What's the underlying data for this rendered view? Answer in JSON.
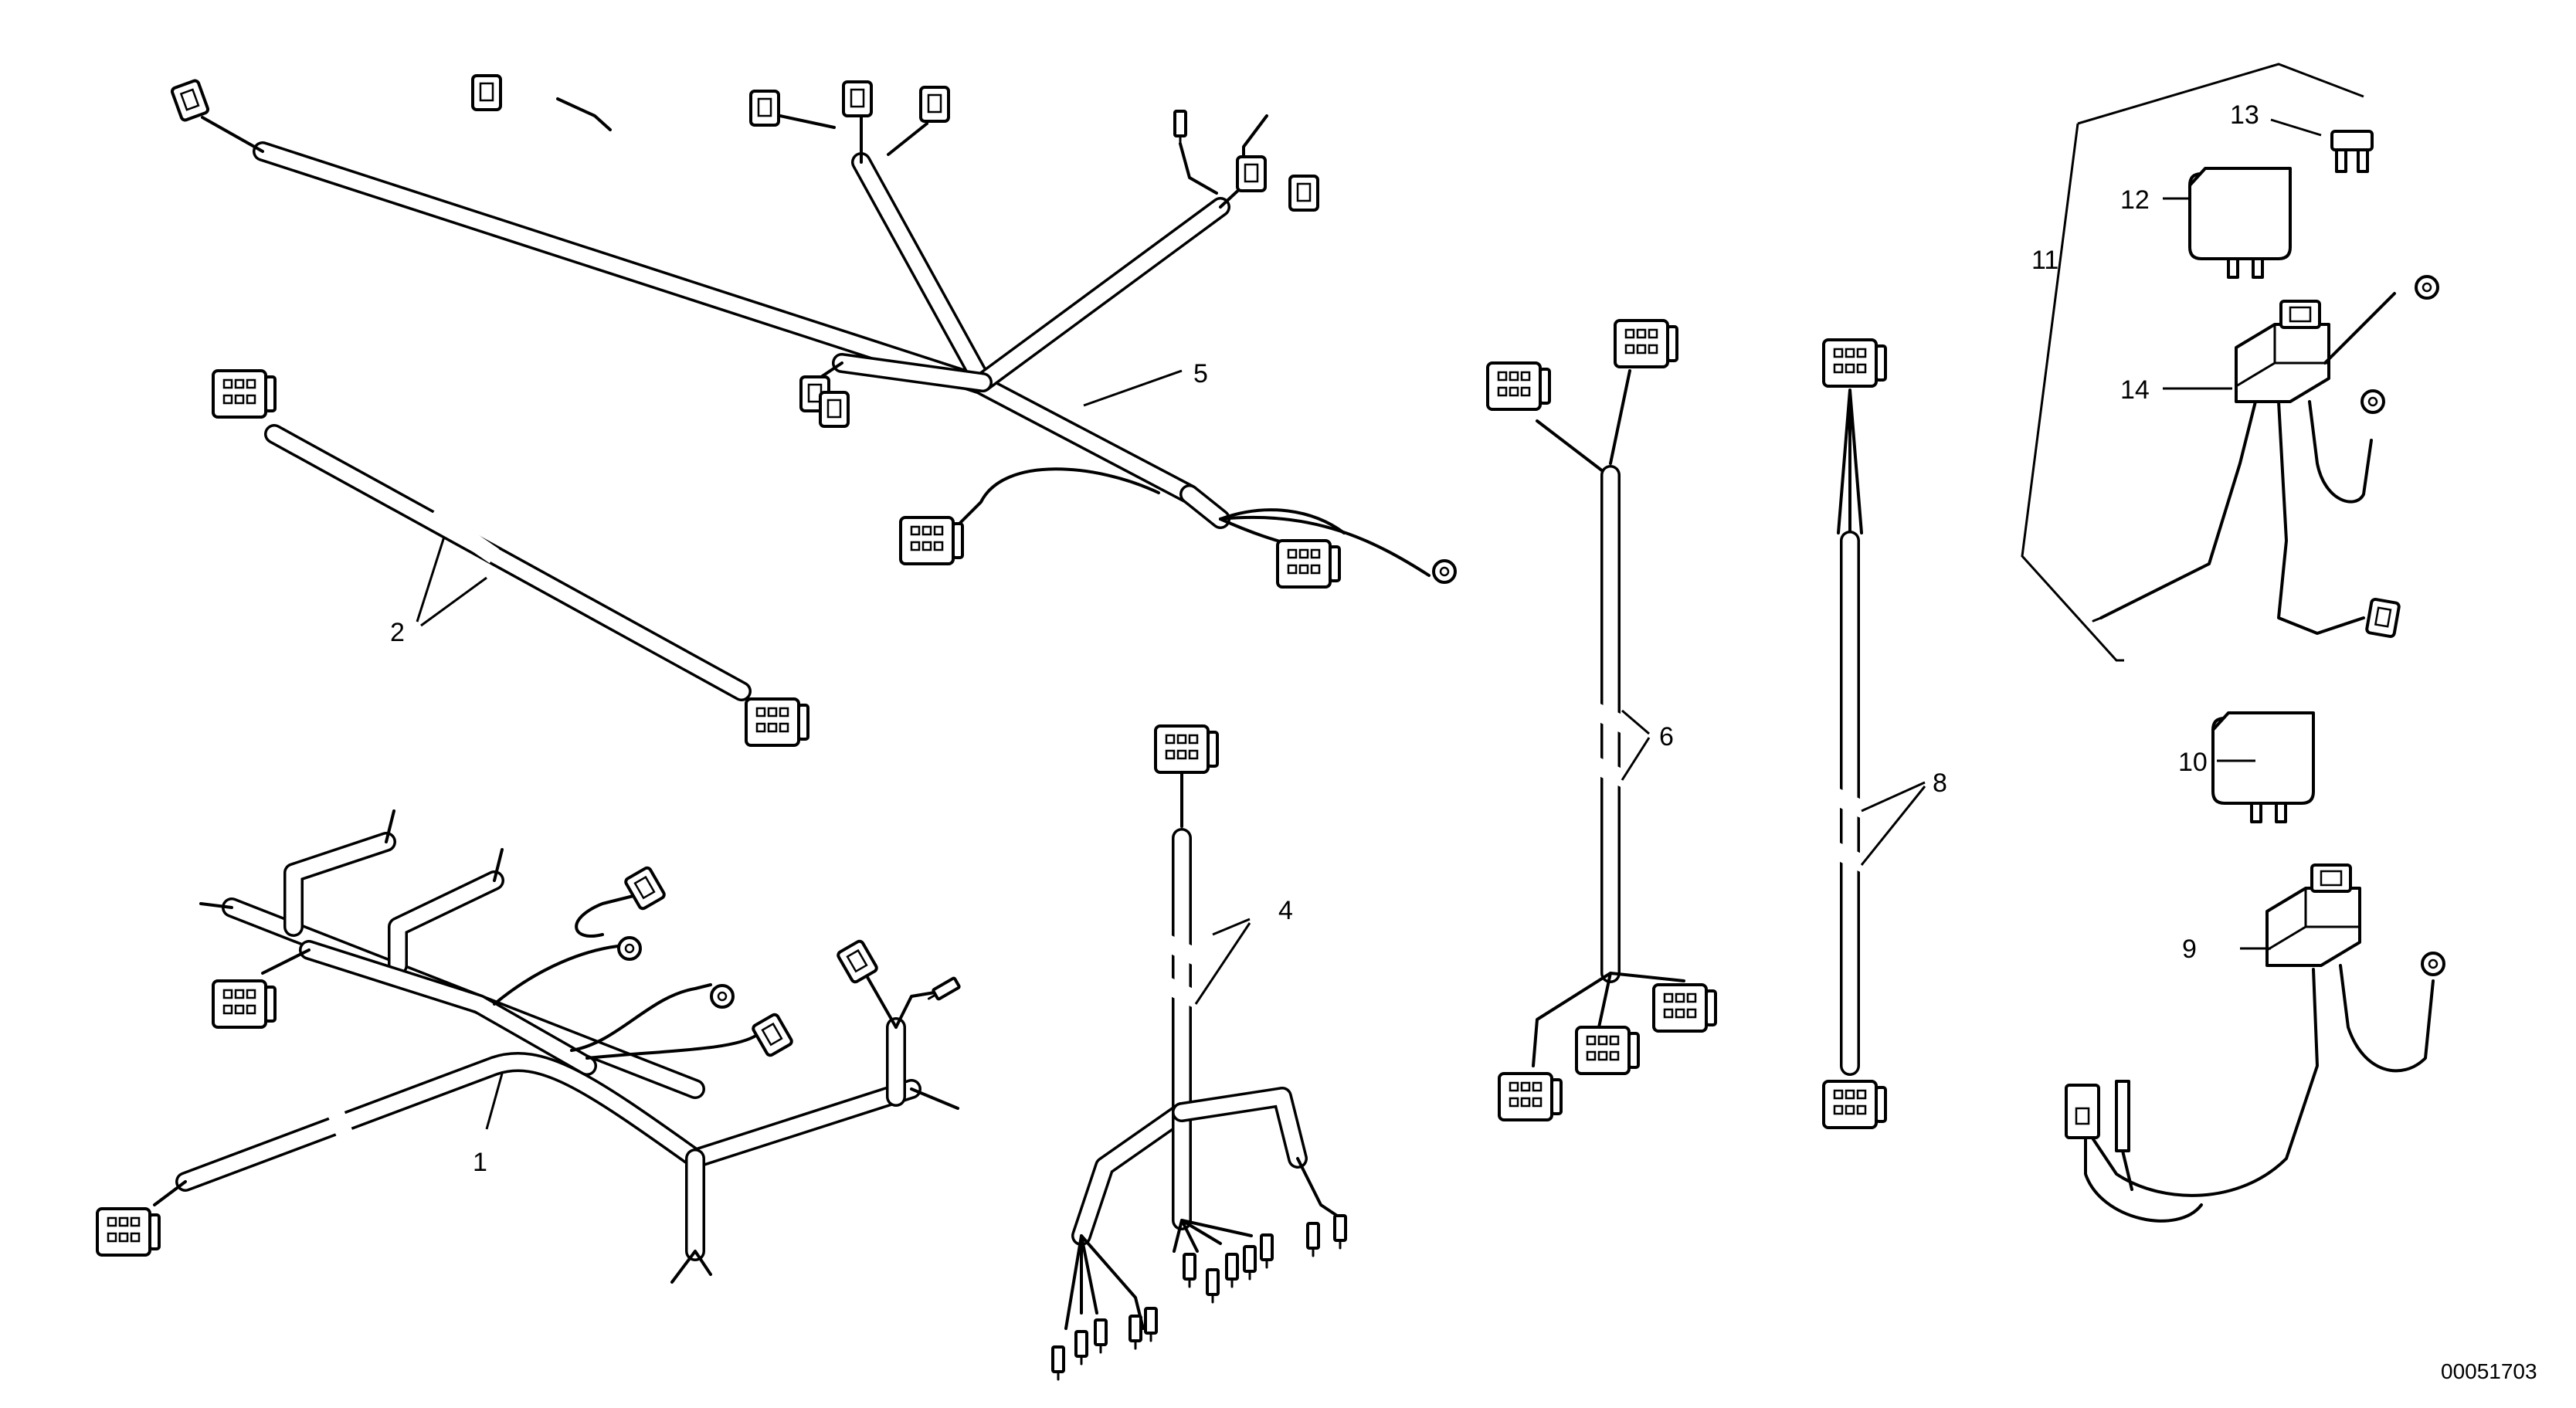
{
  "callouts": {
    "c1": "1",
    "c2": "2",
    "c4": "4",
    "c5": "5",
    "c6": "6",
    "c8": "8",
    "c9": "9",
    "c10": "10",
    "c11": "11",
    "c12": "12",
    "c13": "13",
    "c14": "14"
  },
  "document_number": "00051703"
}
